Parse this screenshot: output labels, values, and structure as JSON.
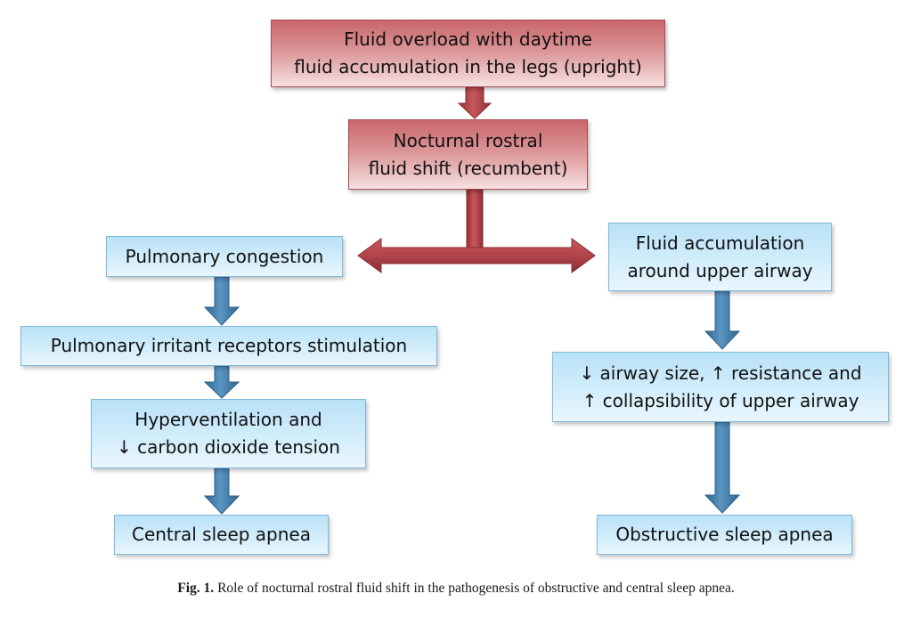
{
  "nodes": {
    "overload": {
      "line1": "Fluid overload with daytime",
      "line2": "fluid accumulation in the legs (upright)"
    },
    "rostral": {
      "line1": "Nocturnal rostral",
      "line2": "fluid shift (recumbent)"
    },
    "pulmonary_congestion": {
      "line1": "Pulmonary congestion"
    },
    "irritant": {
      "line1": "Pulmonary irritant receptors stimulation"
    },
    "hyperventilation": {
      "line1": "Hyperventilation and",
      "line2": "↓ carbon dioxide tension"
    },
    "central_apnea": {
      "line1": "Central sleep apnea"
    },
    "upper_airway_fluid": {
      "line1": "Fluid accumulation",
      "line2": "around upper airway"
    },
    "airway_size": {
      "line1": "↓ airway size, ↑ resistance and",
      "line2": "↑ collapsibility of upper airway"
    },
    "obstructive_apnea": {
      "line1": "Obstructive sleep apnea"
    }
  },
  "edges": [
    {
      "from": "overload",
      "to": "rostral"
    },
    {
      "from": "rostral",
      "to": "pulmonary_congestion"
    },
    {
      "from": "rostral",
      "to": "upper_airway_fluid"
    },
    {
      "from": "pulmonary_congestion",
      "to": "irritant"
    },
    {
      "from": "irritant",
      "to": "hyperventilation"
    },
    {
      "from": "hyperventilation",
      "to": "central_apnea"
    },
    {
      "from": "upper_airway_fluid",
      "to": "airway_size"
    },
    {
      "from": "airway_size",
      "to": "obstructive_apnea"
    }
  ],
  "colors": {
    "red_arrow": "#b0454b",
    "blue_arrow": "#4a83b0"
  },
  "caption": {
    "label": "Fig. 1.",
    "text": "Role of nocturnal rostral fluid shift in the pathogenesis of obstructive and central sleep apnea."
  }
}
